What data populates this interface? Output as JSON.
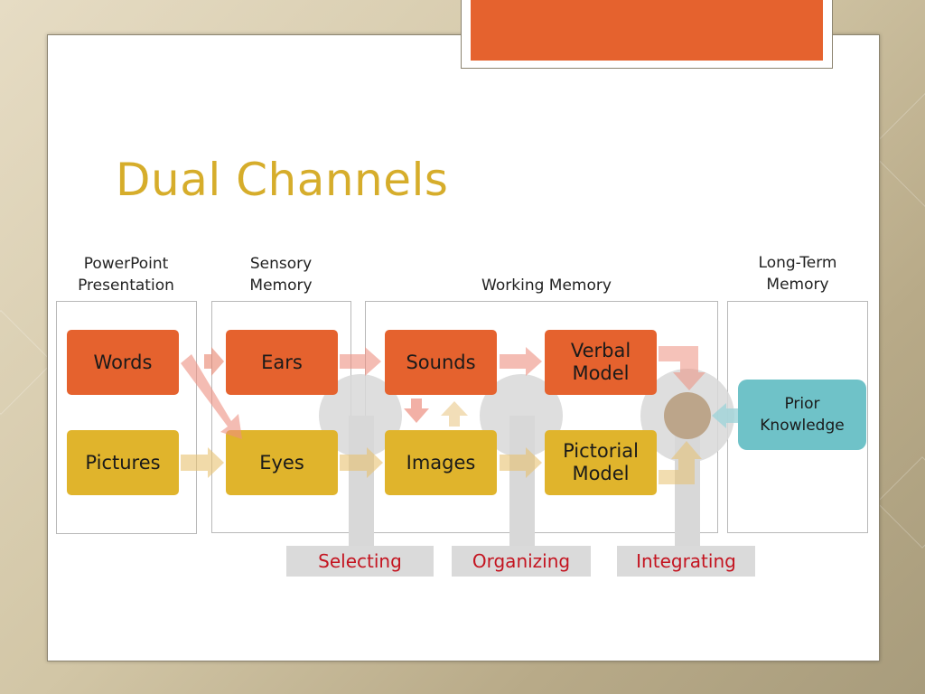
{
  "slide": {
    "title": "Dual Channels"
  },
  "columns": {
    "presentation": "PowerPoint\nPresentation",
    "sensory": "Sensory\nMemory",
    "working": "Working Memory",
    "longterm": "Long-Term\nMemory"
  },
  "boxes": {
    "words": "Words",
    "pictures": "Pictures",
    "ears": "Ears",
    "eyes": "Eyes",
    "sounds": "Sounds",
    "images": "Images",
    "verbal_model": "Verbal\nModel",
    "pictorial_model": "Pictorial\nModel",
    "prior_knowledge": "Prior\nKnowledge"
  },
  "processes": {
    "selecting": "Selecting",
    "organizing": "Organizing",
    "integrating": "Integrating"
  },
  "colors": {
    "title": "#d6ad2b",
    "verbal_channel": "#e5622e",
    "pictorial_channel": "#e0b42c",
    "prior_knowledge": "#6fc2c8",
    "process_text": "#c41420",
    "accent_tab": "#e5622e"
  }
}
